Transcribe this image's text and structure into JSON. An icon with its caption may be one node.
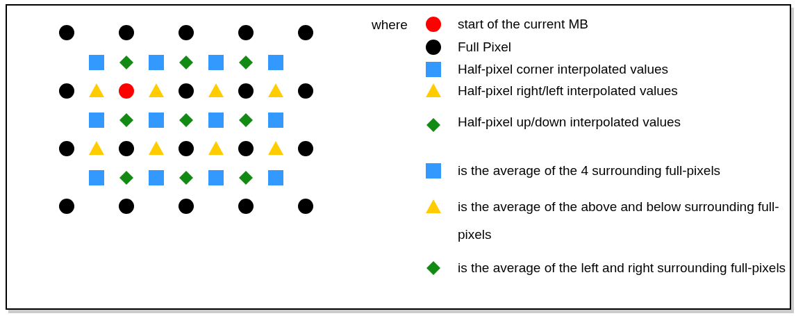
{
  "diagram": {
    "labels": [
      "where"
    ],
    "legend": [
      {
        "text": "start of the current MB"
      },
      {
        "text": "Full Pixel"
      },
      {
        "text": "Half-pixel corner interpolated values"
      },
      {
        "text": "Half-pixel right/left interpolated values"
      },
      {
        "text": "Half-pixel up/down interpolated values"
      },
      {
        "text": "is the average of the 4 surrounding full-pixels"
      },
      {
        "text": "is the average of the above and below surrounding full-pixels"
      },
      {
        "text": "is the average of the left and right surrounding full-pixels"
      }
    ]
  }
}
